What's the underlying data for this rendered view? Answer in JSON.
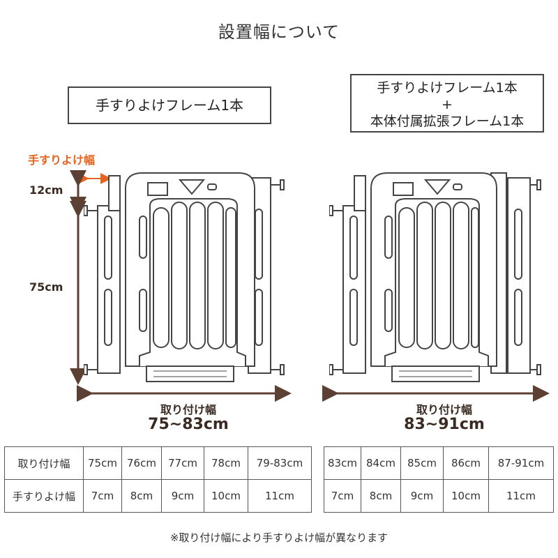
{
  "title": "設置幅について",
  "left": {
    "box_label": "手すりよけフレーム1本",
    "handrail_label": "手すりよけ幅",
    "dim_top": "12cm",
    "dim_main": "75cm",
    "width_label": "取り付け幅",
    "width_value": "75~83cm"
  },
  "right": {
    "box_line1": "手すりよけフレーム1本",
    "box_plus": "+",
    "box_line2": "本体付属拡張フレーム1本",
    "width_label": "取り付け幅",
    "width_value": "83~91cm"
  },
  "table_left": {
    "row1_header": "取り付け幅",
    "row1": [
      "75cm",
      "76cm",
      "77cm",
      "78cm",
      "79-83cm"
    ],
    "row2_header": "手すりよけ幅",
    "row2": [
      "7cm",
      "8cm",
      "9cm",
      "10cm",
      "11cm"
    ]
  },
  "table_right": {
    "row1": [
      "83cm",
      "84cm",
      "85cm",
      "86cm",
      "87-91cm"
    ],
    "row2": [
      "7cm",
      "8cm",
      "9cm",
      "10cm",
      "11cm"
    ]
  },
  "note": "※取り付け幅により手すりよけ幅が異なります",
  "colors": {
    "accent": "#e8641e",
    "arrow": "#5c4033",
    "line": "#444444"
  }
}
